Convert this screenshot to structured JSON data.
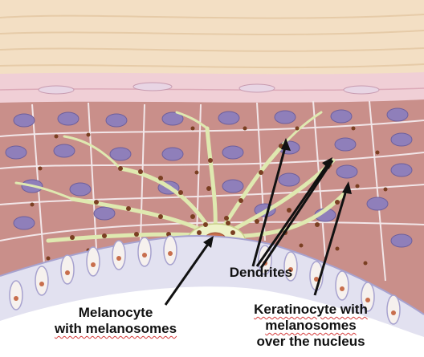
{
  "labels": {
    "dendrites": "Dendrites",
    "melanocyte": {
      "line1": "Melanocyte",
      "line2": "with melanosomes"
    },
    "keratinocyte": {
      "line1": "Keratinocyte with",
      "line2": "melanosomes",
      "line3": "over the nucleus"
    }
  },
  "colors": {
    "stratum_corneum": "#f3dfc4",
    "granular_layer": "#f0cfd6",
    "cytoplasm": "#c98f8a",
    "nucleus": "#8f7fba",
    "dendrite": "#dfe9b0",
    "basal_cell": "#e2e1f0",
    "melanocyte_body": "#eef2c8",
    "melanosome": "#7a3f22",
    "arrow": "#111111"
  }
}
